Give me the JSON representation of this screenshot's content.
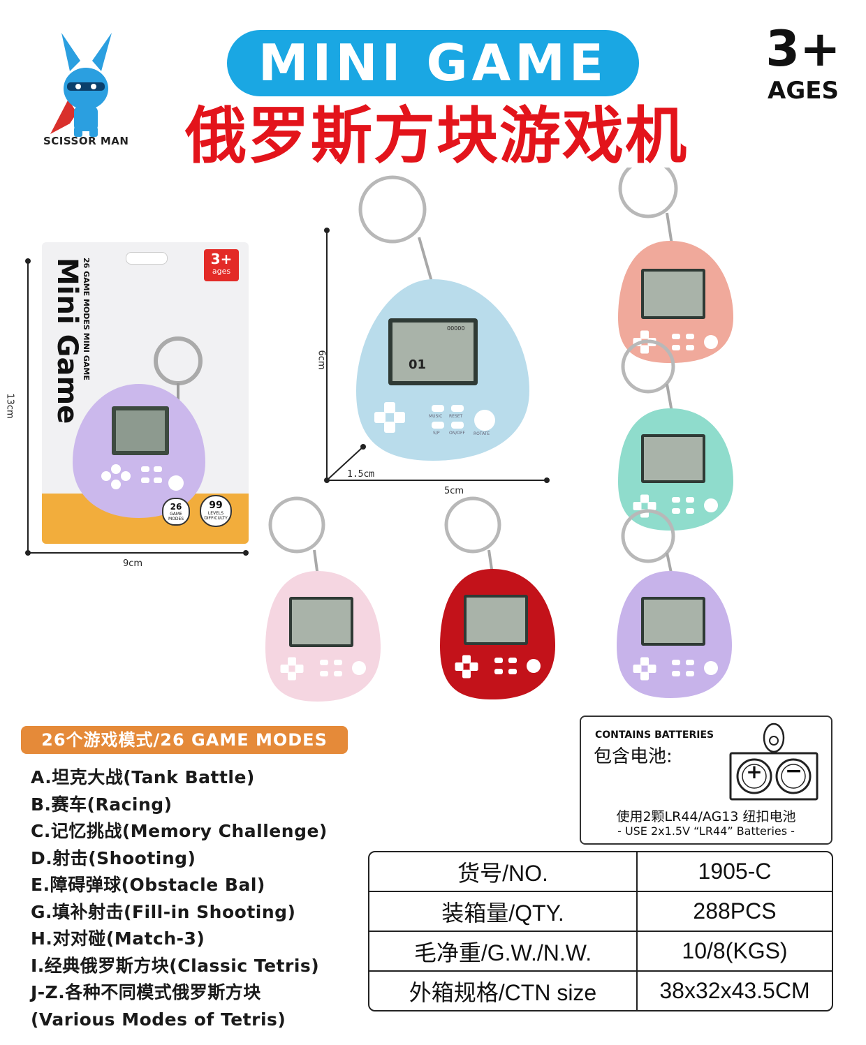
{
  "header": {
    "brand": "SCISSOR MAN",
    "title_en": "MINI GAME",
    "title_cn": "俄罗斯方块游戏机",
    "age_big": "3+",
    "age_small": "AGES"
  },
  "dimensions": {
    "package_height": "13cm",
    "package_width": "9cm",
    "device_height": "6cm",
    "device_width": "5cm",
    "device_depth": "1.5cm"
  },
  "package": {
    "title": "Mini Game",
    "subtitle": "26 GAME MODES MINI GAME",
    "age_num": "3+",
    "age_word": "ages",
    "badge1_num": "26",
    "badge1_text": "GAME MODES",
    "badge2_num": "99",
    "badge2_text": "LEVELS DIFFICULTY"
  },
  "device_labels": {
    "music": "MUSIC",
    "reset": "RESET",
    "sp": "S/P",
    "onoff": "ON/OFF",
    "rotate": "ROTATE",
    "score": "00000",
    "level": "01"
  },
  "device_colors": {
    "blue": "#b9dceb",
    "pink": "#f0a99b",
    "mint": "#8fdccc",
    "lightpink": "#f5d6e1",
    "red": "#c3121a",
    "lavender": "#c7b3ea",
    "package_device": "#cbb8ec"
  },
  "modes": {
    "title": "26个游戏模式/26 GAME MODES",
    "items": [
      "A.坦克大战(Tank Battle)",
      "B.赛车(Racing)",
      "C.记忆挑战(Memory Challenge)",
      "D.射击(Shooting)",
      "E.障碍弹球(Obstacle Bal)",
      "G.填补射击(Fill-in Shooting)",
      "H.对对碰(Match-3)",
      "I.经典俄罗斯方块(Classic Tetris)",
      "J-Z.各种不同模式俄罗斯方块",
      "(Various Modes of Tetris)"
    ]
  },
  "battery": {
    "label_en": "CONTAINS BATTERIES",
    "label_cn": "包含电池:",
    "plus": "+",
    "minus": "−",
    "line1": "使用2颗LR44/AG13 纽扣电池",
    "line2": "- USE 2x1.5V “LR44” Batteries -"
  },
  "spec": {
    "rows": [
      {
        "k": "货号/NO.",
        "v": "1905-C"
      },
      {
        "k": "装箱量/QTY.",
        "v": "288PCS"
      },
      {
        "k": "毛净重/G.W./N.W.",
        "v": "10/8(KGS)"
      },
      {
        "k": "外箱规格/CTN size",
        "v": "38x32x43.5CM"
      }
    ]
  }
}
